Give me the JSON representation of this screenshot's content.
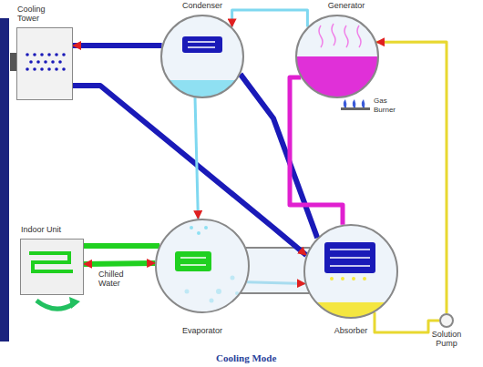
{
  "diagram": {
    "caption": "Cooling Mode",
    "nodes": [
      {
        "text": [
          "Cooling Tower"
        ]
      },
      {
        "text": [
          "Condenser"
        ]
      },
      {
        "text": [
          "Generator"
        ]
      },
      {
        "text": [
          "Indoor Unit"
        ]
      },
      {
        "text": [
          "Evaporator"
        ]
      },
      {
        "text": [
          "Absorber"
        ]
      },
      {
        "text": [
          "Solution Pump"
        ]
      }
    ],
    "edges": [
      {
        "from": 1,
        "to": 0,
        "arrow": "to"
      },
      {
        "from": 0,
        "to": 5,
        "arrow": "to"
      },
      {
        "from": 5,
        "to": 1,
        "arrow": "none"
      },
      {
        "from": 2,
        "to": 1,
        "arrow": "to"
      },
      {
        "from": 1,
        "to": 4,
        "arrow": "to"
      },
      {
        "from": 4,
        "to": 5,
        "arrow": "to"
      },
      {
        "from": 2,
        "to": 5,
        "arrow": "none"
      },
      {
        "from": 5,
        "to": 6,
        "arrow": "none"
      },
      {
        "from": 6,
        "to": 2,
        "arrow": "to"
      },
      {
        "from": 3,
        "to": 4,
        "label": "Chilled Water",
        "arrow": "both"
      }
    ],
    "labels": [
      "Gas Burner"
    ]
  }
}
